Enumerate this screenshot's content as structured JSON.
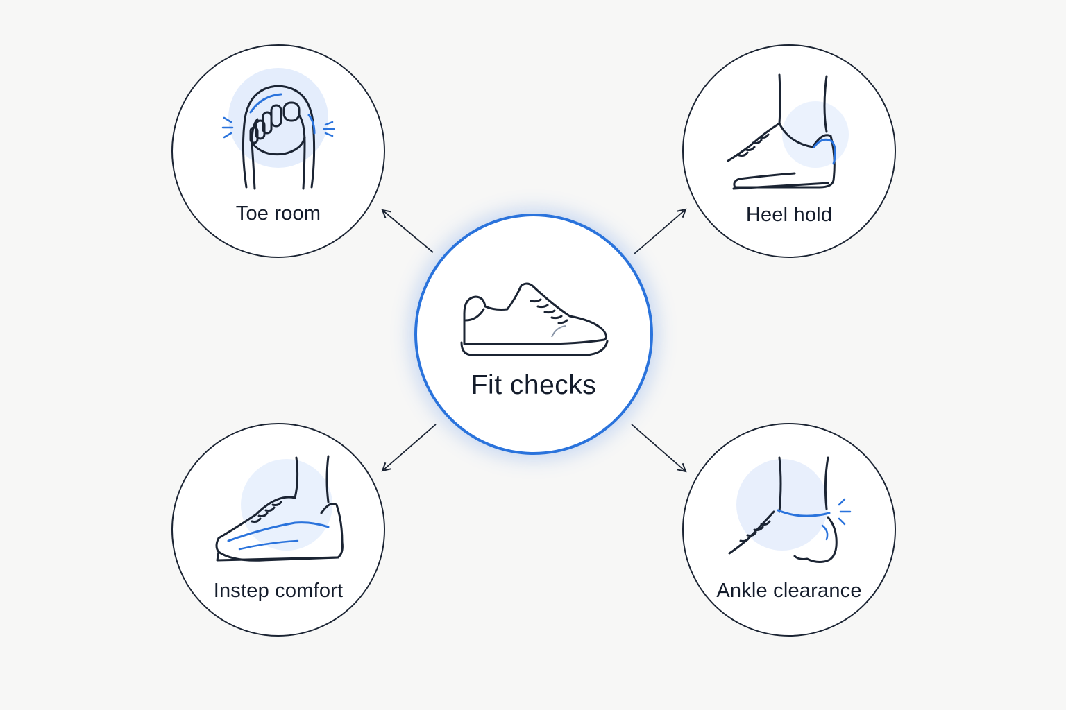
{
  "diagram": {
    "center": {
      "label": "Fit checks",
      "icon": "sneaker-icon"
    },
    "checks": [
      {
        "label": "Toe room",
        "icon": "foot-toes-icon"
      },
      {
        "label": "Heel hold",
        "icon": "shoe-heel-icon"
      },
      {
        "label": "Instep comfort",
        "icon": "shoe-instep-icon"
      },
      {
        "label": "Ankle clearance",
        "icon": "ankle-shoe-icon"
      }
    ],
    "colors": {
      "accent": "#2a73dc",
      "outline": "#1b2433",
      "highlight": "#dbe7fb",
      "background": "#f7f7f6"
    }
  }
}
